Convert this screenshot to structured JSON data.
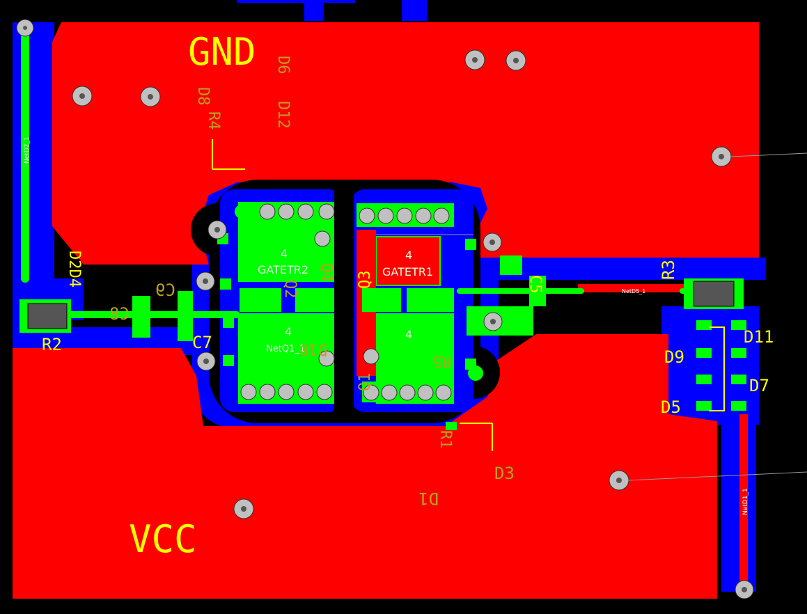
{
  "colors": {
    "background": "#000000",
    "top_copper": "#ff0000",
    "bottom_copper": "#0000ff",
    "pad": "#00ff00",
    "silkscreen": "#ffff00",
    "silkscreen_bottom": "#b9a020",
    "via": "#c0c0c0"
  },
  "nets": {
    "gnd": "GND",
    "vcc": "VCC",
    "netd2": "NetD2_1",
    "netd1": "NetD1_1",
    "netd5": "NetD5_1",
    "netq1": "NetQ1_1",
    "gatetr1": "GATETR1",
    "gatetr2": "GATETR2"
  },
  "designators": {
    "r2": "R2",
    "r3": "R3",
    "c7": "C7",
    "c9": "C9",
    "c8": "C8",
    "c5": "C5",
    "d2d4": "D2D4",
    "d11": "D11",
    "d9": "D9",
    "d7": "D7",
    "d5": "D5",
    "d3": "D3",
    "d1": "D1",
    "q1": "Q1",
    "q2": "Q2",
    "q3": "Q3",
    "q4": "Q4",
    "r1": "R1",
    "r4": "R4",
    "r5": "R5",
    "d8": "D8",
    "d12": "D12",
    "d6": "D6",
    "d10": "D10"
  },
  "pad_numbers": {
    "tab": "4"
  }
}
